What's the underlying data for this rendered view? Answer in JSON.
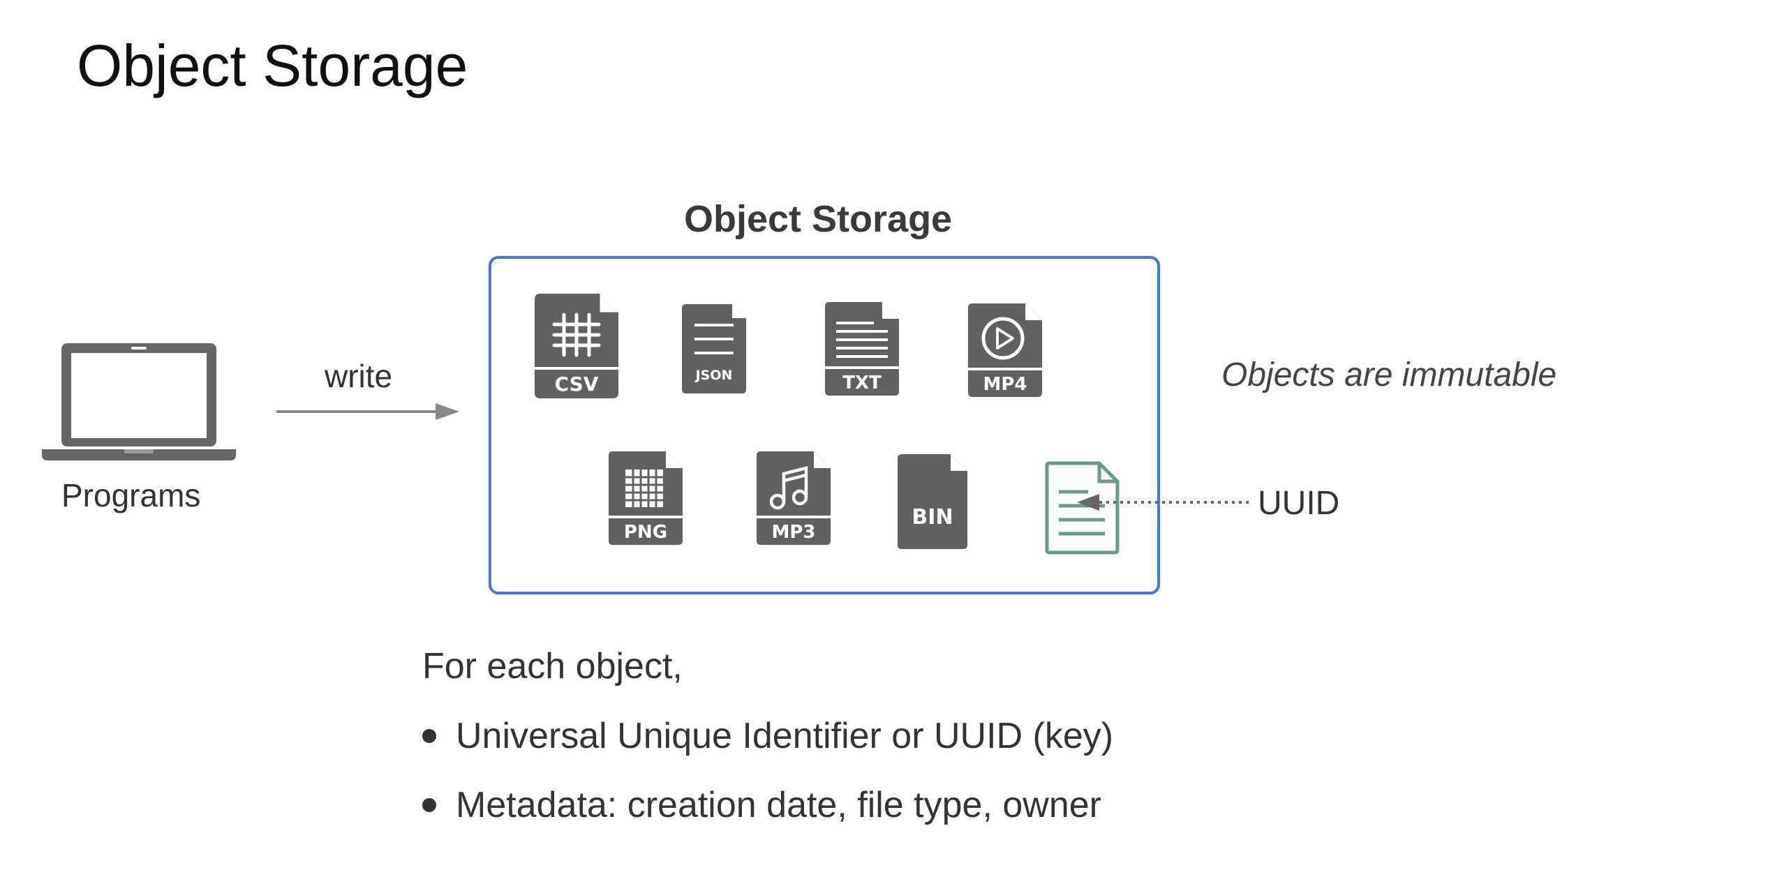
{
  "slide": {
    "title": "Object Storage"
  },
  "diagram": {
    "storage_title": "Object Storage",
    "client_label": "Programs",
    "write_label": "write",
    "immutable_note": "Objects are immutable",
    "uuid_label": "UUID",
    "files": [
      {
        "name": "csv-file-icon",
        "label": "CSV"
      },
      {
        "name": "json-file-icon",
        "label": "JSON"
      },
      {
        "name": "txt-file-icon",
        "label": "TXT"
      },
      {
        "name": "mp4-file-icon",
        "label": "MP4"
      },
      {
        "name": "png-file-icon",
        "label": "PNG"
      },
      {
        "name": "mp3-file-icon",
        "label": "MP3"
      },
      {
        "name": "bin-file-icon",
        "label": "BIN"
      },
      {
        "name": "document-file-icon",
        "label": ""
      }
    ],
    "colors": {
      "box_border": "#4a77cf",
      "icon_gray": "#606060",
      "document_teal": "#6a9a8c"
    }
  },
  "notes": {
    "intro": "For each object,",
    "bullets": [
      "Universal Unique Identifier or UUID (key)",
      "Metadata: creation date, file type, owner"
    ]
  }
}
